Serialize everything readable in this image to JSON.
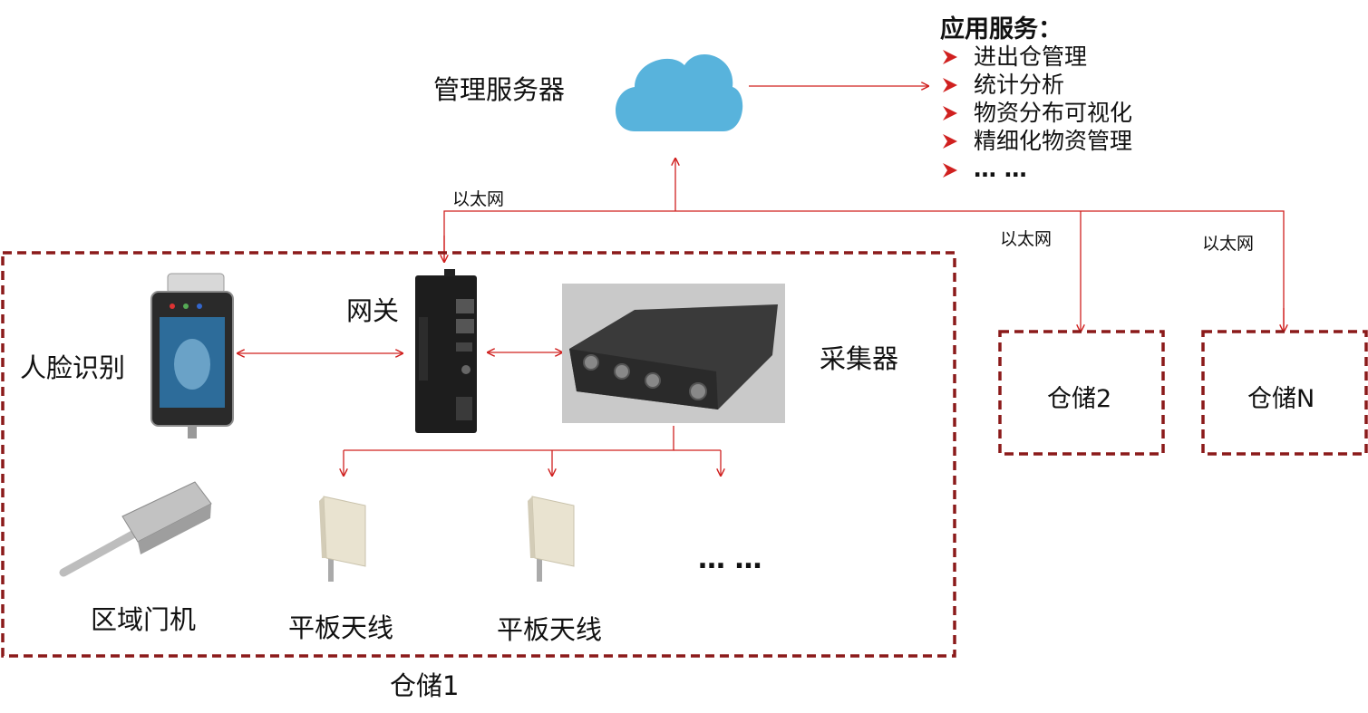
{
  "server": {
    "label": "管理服务器"
  },
  "services": {
    "title": "应用服务：",
    "items": [
      "进出仓管理",
      "统计分析",
      "物资分布可视化",
      "精细化物资管理",
      "… …"
    ]
  },
  "network": {
    "ethernet_1": "以太网",
    "ethernet_2": "以太网",
    "ethernet_3": "以太网"
  },
  "warehouse_1": {
    "name": "仓储1",
    "face_recognition": "人脸识别",
    "gateway": "网关",
    "collector": "采集器",
    "door_sensor": "区域门机",
    "antenna_1": "平板天线",
    "antenna_2": "平板天线",
    "more": "… …"
  },
  "warehouse_2": {
    "name": "仓储2"
  },
  "warehouse_n": {
    "name": "仓储N"
  },
  "colors": {
    "line": "#d0201f",
    "box_border": "#8b1a1a",
    "cloud": "#58b3dc"
  }
}
